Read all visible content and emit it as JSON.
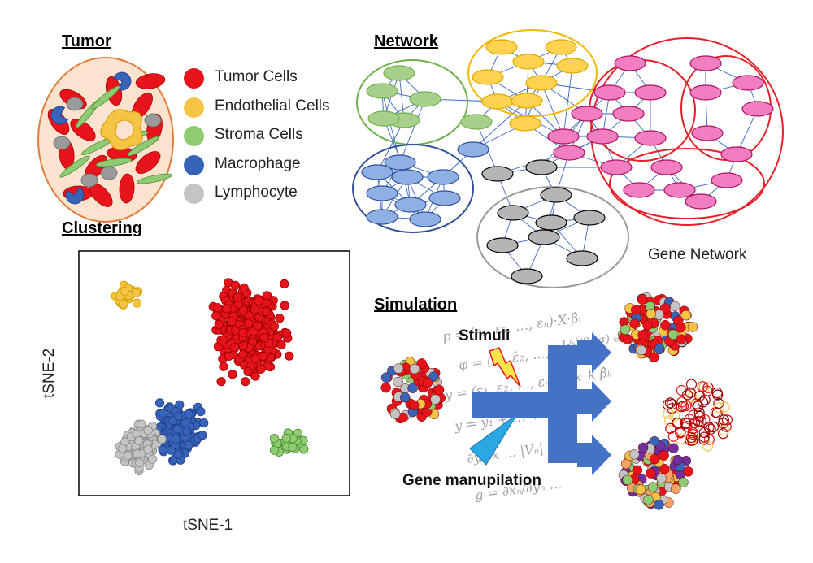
{
  "titles": {
    "tumor": "Tumor",
    "network": "Network",
    "clustering": "Clustering",
    "simulation": "Simulation"
  },
  "legend": [
    {
      "label": "Tumor Cells",
      "color": "#e8141c"
    },
    {
      "label": "Endothelial Cells",
      "color": "#f6c444"
    },
    {
      "label": "Stroma Cells",
      "color": "#8fcb72"
    },
    {
      "label": "Macrophage",
      "color": "#3763b9"
    },
    {
      "label": "Lymphocyte",
      "color": "#c4c4c4"
    }
  ],
  "network": {
    "caption": "Gene Network",
    "colors": {
      "green": "#6fb04a",
      "yellow": "#f0b800",
      "red": "#e6202a",
      "blue": "#2f4f9a",
      "gray": "#9a9a9a",
      "edge": "#3a67c2"
    }
  },
  "clustering": {
    "xlabel": "tSNE-1",
    "ylabel": "tSNE-2"
  },
  "simulation": {
    "stimuli": "Stimuli",
    "gene_manipulation": "Gene manupilation",
    "arrow_color": "#4472c4"
  }
}
